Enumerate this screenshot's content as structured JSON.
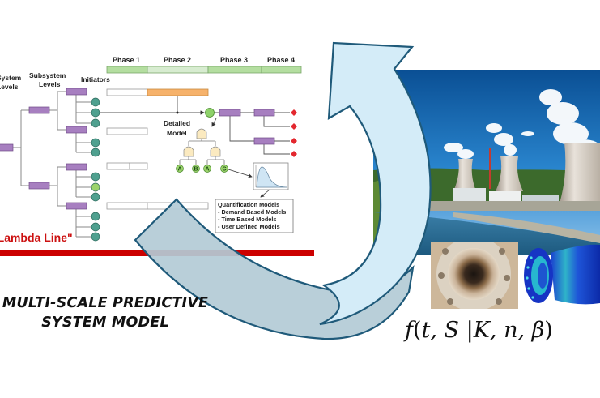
{
  "diagram": {
    "column_labels": {
      "system_levels": [
        "System",
        "Levels"
      ],
      "subsystem_levels": [
        "Subsystem",
        "Levels"
      ],
      "initiators": "Initiators"
    },
    "phases": [
      "Phase 1",
      "Phase 2",
      "Phase 3",
      "Phase 4"
    ],
    "detailed_model_label": [
      "Detailed",
      "Model"
    ],
    "fault_tree_events": [
      "A",
      "B",
      "A",
      "C"
    ],
    "quantification_box": {
      "title": "Quantification Models",
      "items": [
        "- Demand Based Models",
        "- Time Based Models",
        "- User Defined Models"
      ]
    },
    "lambda_line_label": "\"Lambda Line\"",
    "title_lines": [
      "MULTI-SCALE PREDICTIVE",
      "SYSTEM MODEL"
    ],
    "formula": {
      "f": "f",
      "open": "(",
      "args_left": "t, S ",
      "bar": "|",
      "args_right": "K, n, β",
      "close": ")"
    },
    "images": {
      "power_plant": "nuclear-power-plant-photo",
      "corroded_pipe": "corroded-pipe-flange-photo",
      "fea_pipe": "fea-stress-pipe-render"
    },
    "colors": {
      "system_box": "#a77fc0",
      "initiator_circle": "#4fa08f",
      "initiator_highlight": "#9bd36b",
      "phase_bar": "#b4dea0",
      "phase_bar_light": "#d7ecd0",
      "active_phase": "#f6b26b",
      "end_state": "#e3282f",
      "lambda_line": "#cc0000",
      "arrow_fill": "#d4ecf8",
      "arrow_stroke": "#1f5a7a",
      "arrow_fill_back": "#b3cbd6"
    }
  }
}
